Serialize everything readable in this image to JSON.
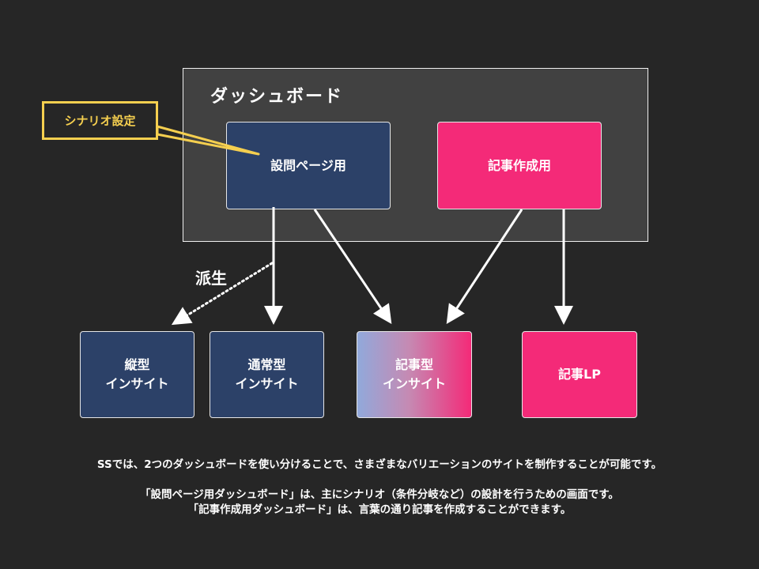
{
  "dashboard": {
    "title": "ダッシュボード",
    "nodes": [
      {
        "id": "question-page",
        "label": "設問ページ用"
      },
      {
        "id": "article-creation",
        "label": "記事作成用"
      }
    ]
  },
  "callout": {
    "label": "シナリオ設定"
  },
  "derive_label": "派生",
  "outputs": [
    {
      "id": "vertical-insight",
      "line1": "縦型",
      "line2": "インサイト"
    },
    {
      "id": "normal-insight",
      "line1": "通常型",
      "line2": "インサイト"
    },
    {
      "id": "article-insight",
      "line1": "記事型",
      "line2": "インサイト"
    },
    {
      "id": "article-lp",
      "line1": "記事LP"
    }
  ],
  "description": {
    "line1": "SSでは、2つのダッシュボードを使い分けることで、さまざまなバリエーションのサイトを制作することが可能です。",
    "line2": "「設問ページ用ダッシュボード」は、主にシナリオ（条件分岐など）の設計を行うための画面です。",
    "line3": "「記事作成用ダッシュボード」は、言葉の通り記事を作成することができます。"
  },
  "colors": {
    "background": "#262626",
    "container": "#414141",
    "navy": "#2c4168",
    "pink": "#f42a78",
    "gradient_start": "#91a9db",
    "callout": "#f5cf4f"
  }
}
